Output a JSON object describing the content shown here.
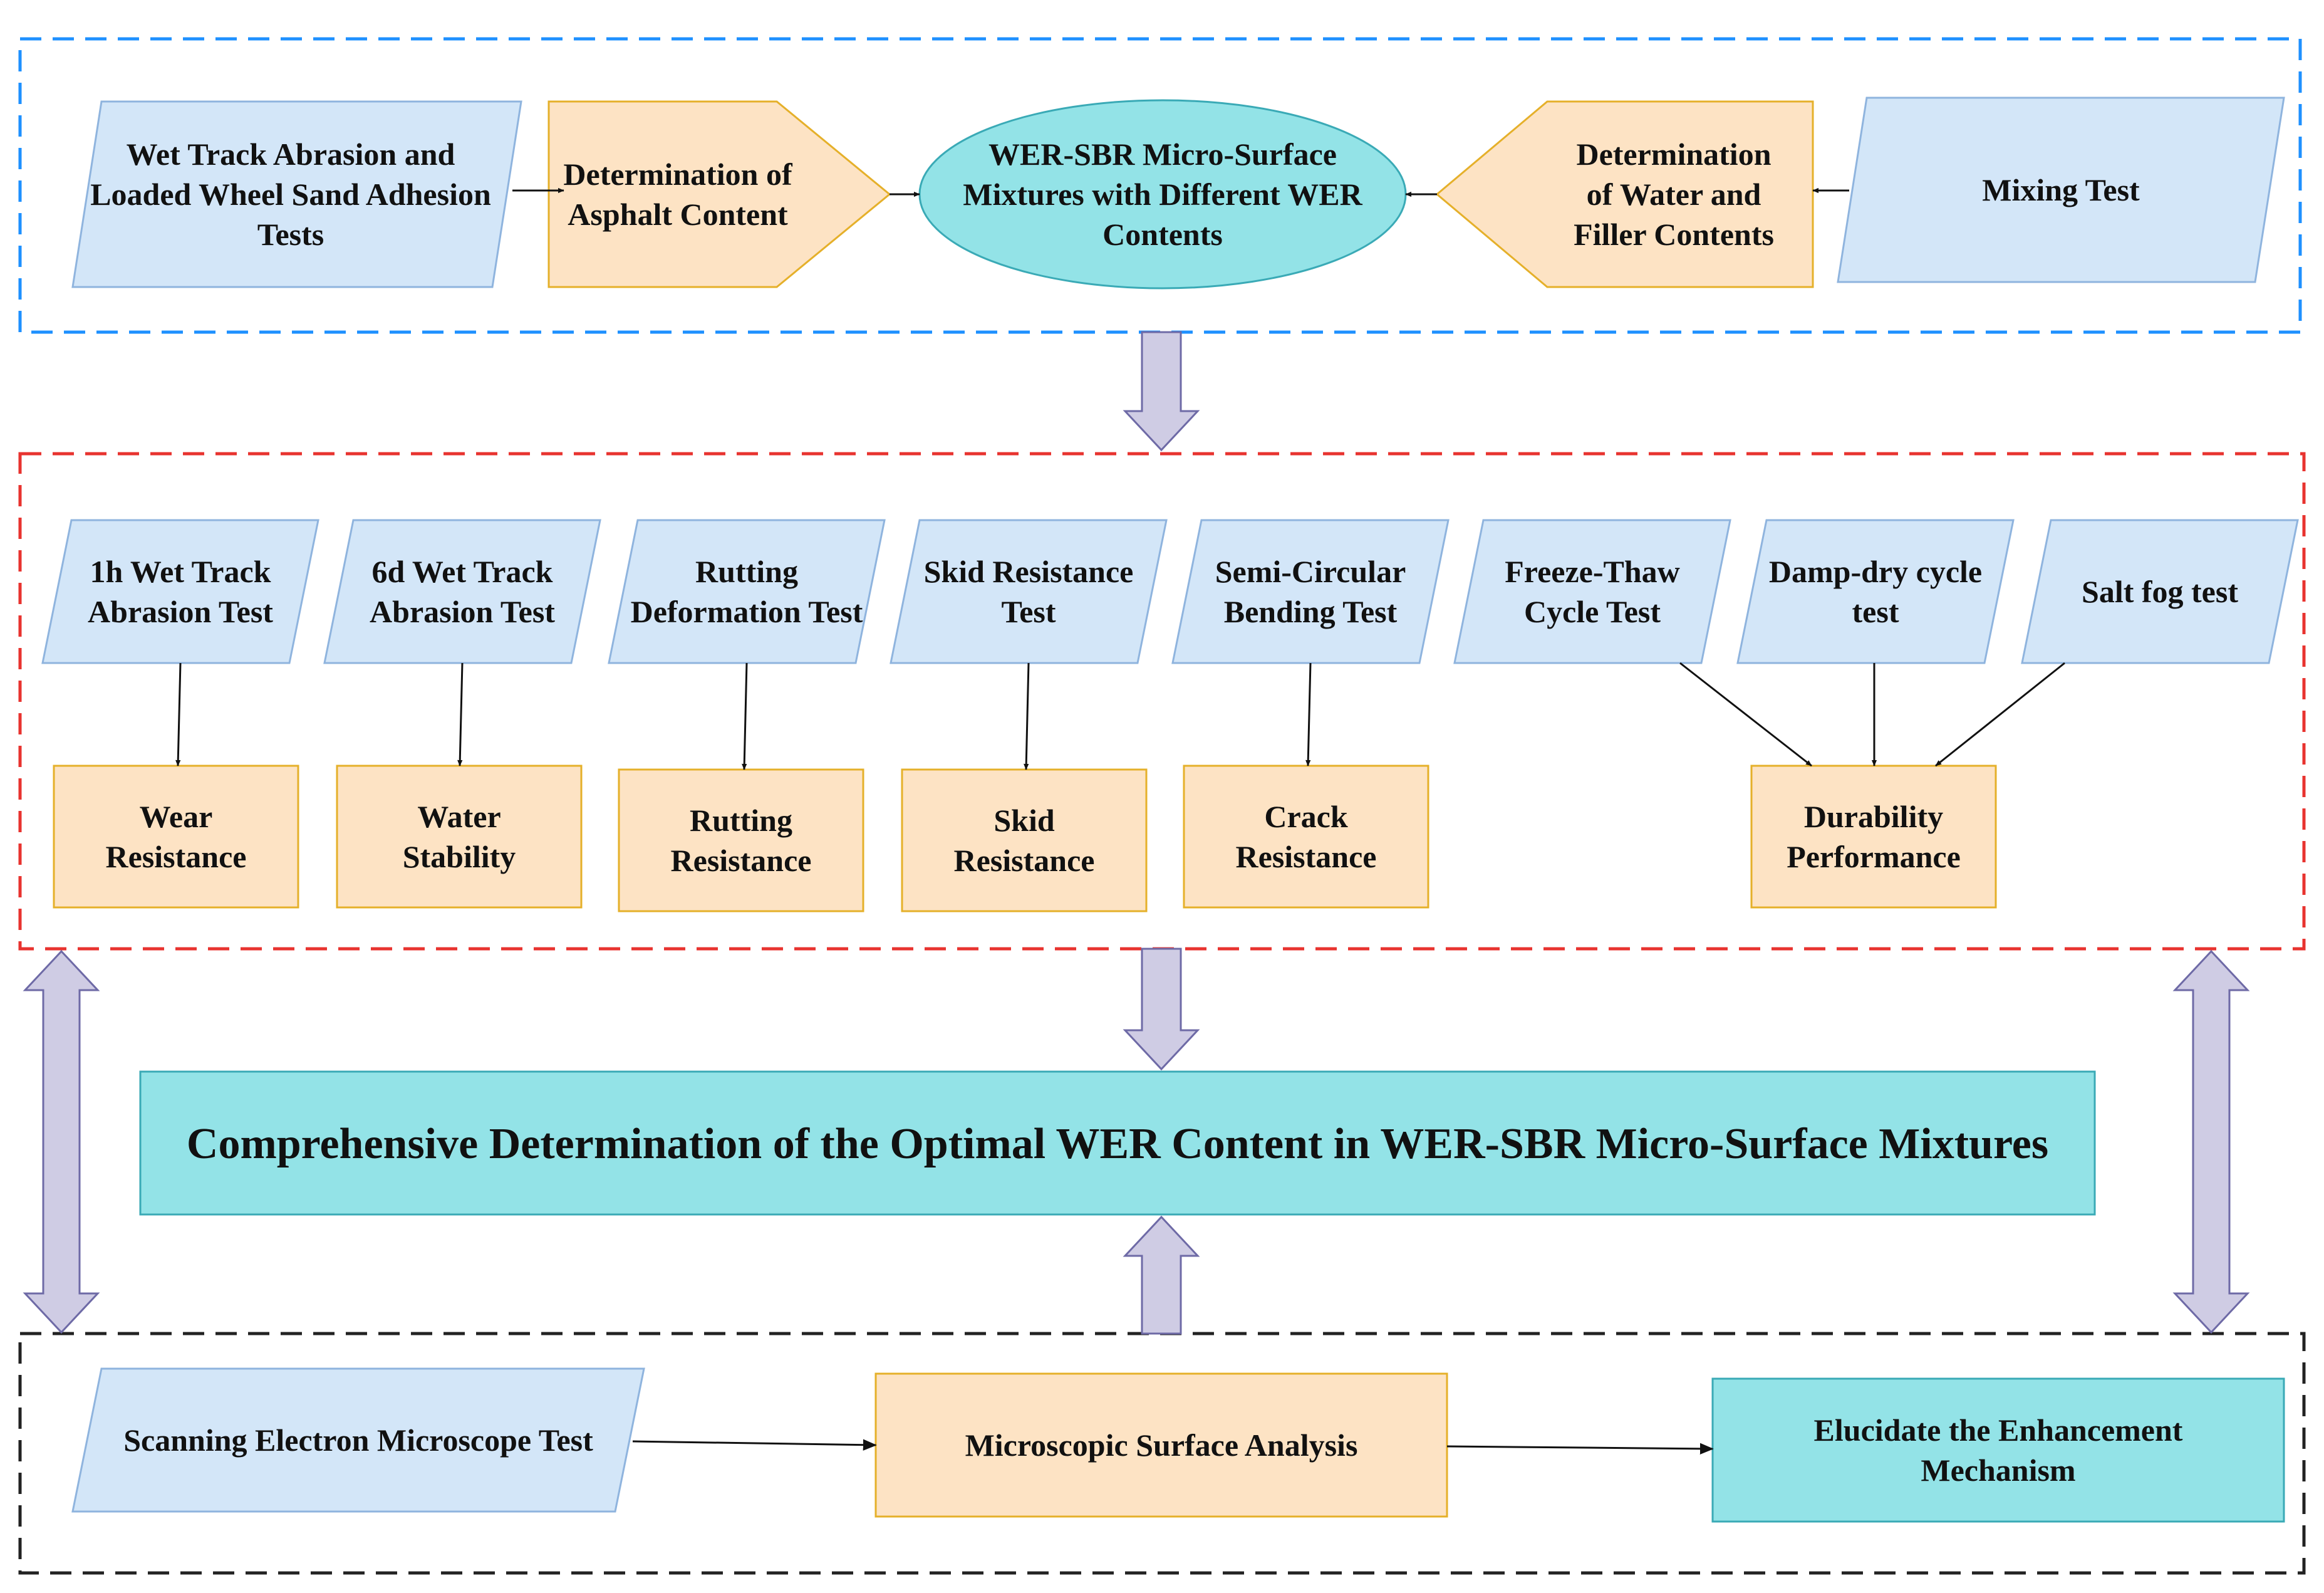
{
  "colors": {
    "blue_fill": "#d3e6f8",
    "blue_stroke": "#8fb4de",
    "orange_fill": "#fde3c4",
    "orange_stroke": "#e5b02a",
    "teal_fill": "#93e3e7",
    "teal_stroke": "#3aaab6",
    "arrow_fill": "#cfcce4",
    "arrow_stroke": "#6e6aa6",
    "group_top": "#1e90ff",
    "group_middle": "#e8332f",
    "group_bottom": "#222222",
    "text": "#111111"
  },
  "top": {
    "wet_track": [
      "Wet Track Abrasion and",
      "Loaded Wheel Sand Adhesion",
      "Tests"
    ],
    "asphalt": [
      "Determination of",
      "Asphalt Content"
    ],
    "mixtures": [
      "WER-SBR Micro-Surface",
      "Mixtures with Different WER",
      "Contents"
    ],
    "water_filler": [
      "Determination",
      "of Water and",
      "Filler Contents"
    ],
    "mixing": [
      "Mixing Test"
    ]
  },
  "middle": {
    "tests": [
      [
        "1h Wet Track",
        "Abrasion Test"
      ],
      [
        "6d Wet Track",
        "Abrasion Test"
      ],
      [
        "Rutting",
        "Deformation Test"
      ],
      [
        "Skid Resistance",
        "Test"
      ],
      [
        "Semi-Circular",
        "Bending Test"
      ],
      [
        "Freeze-Thaw",
        "Cycle Test"
      ],
      [
        "Damp-dry cycle",
        "test"
      ],
      [
        "Salt fog test"
      ]
    ],
    "results": [
      [
        "Wear",
        "Resistance"
      ],
      [
        "Water",
        "Stability"
      ],
      [
        "Rutting",
        "Resistance"
      ],
      [
        "Skid",
        "Resistance"
      ],
      [
        "Crack",
        "Resistance"
      ],
      [
        "Durability",
        "Performance"
      ]
    ]
  },
  "conclusion": [
    "Comprehensive Determination of the Optimal WER Content in WER-SBR Micro-Surface Mixtures"
  ],
  "bottom": {
    "sem": [
      "Scanning Electron Microscope Test"
    ],
    "microscopic": [
      "Microscopic Surface Analysis"
    ],
    "mechanism": [
      "Elucidate the Enhancement",
      "Mechanism"
    ]
  }
}
